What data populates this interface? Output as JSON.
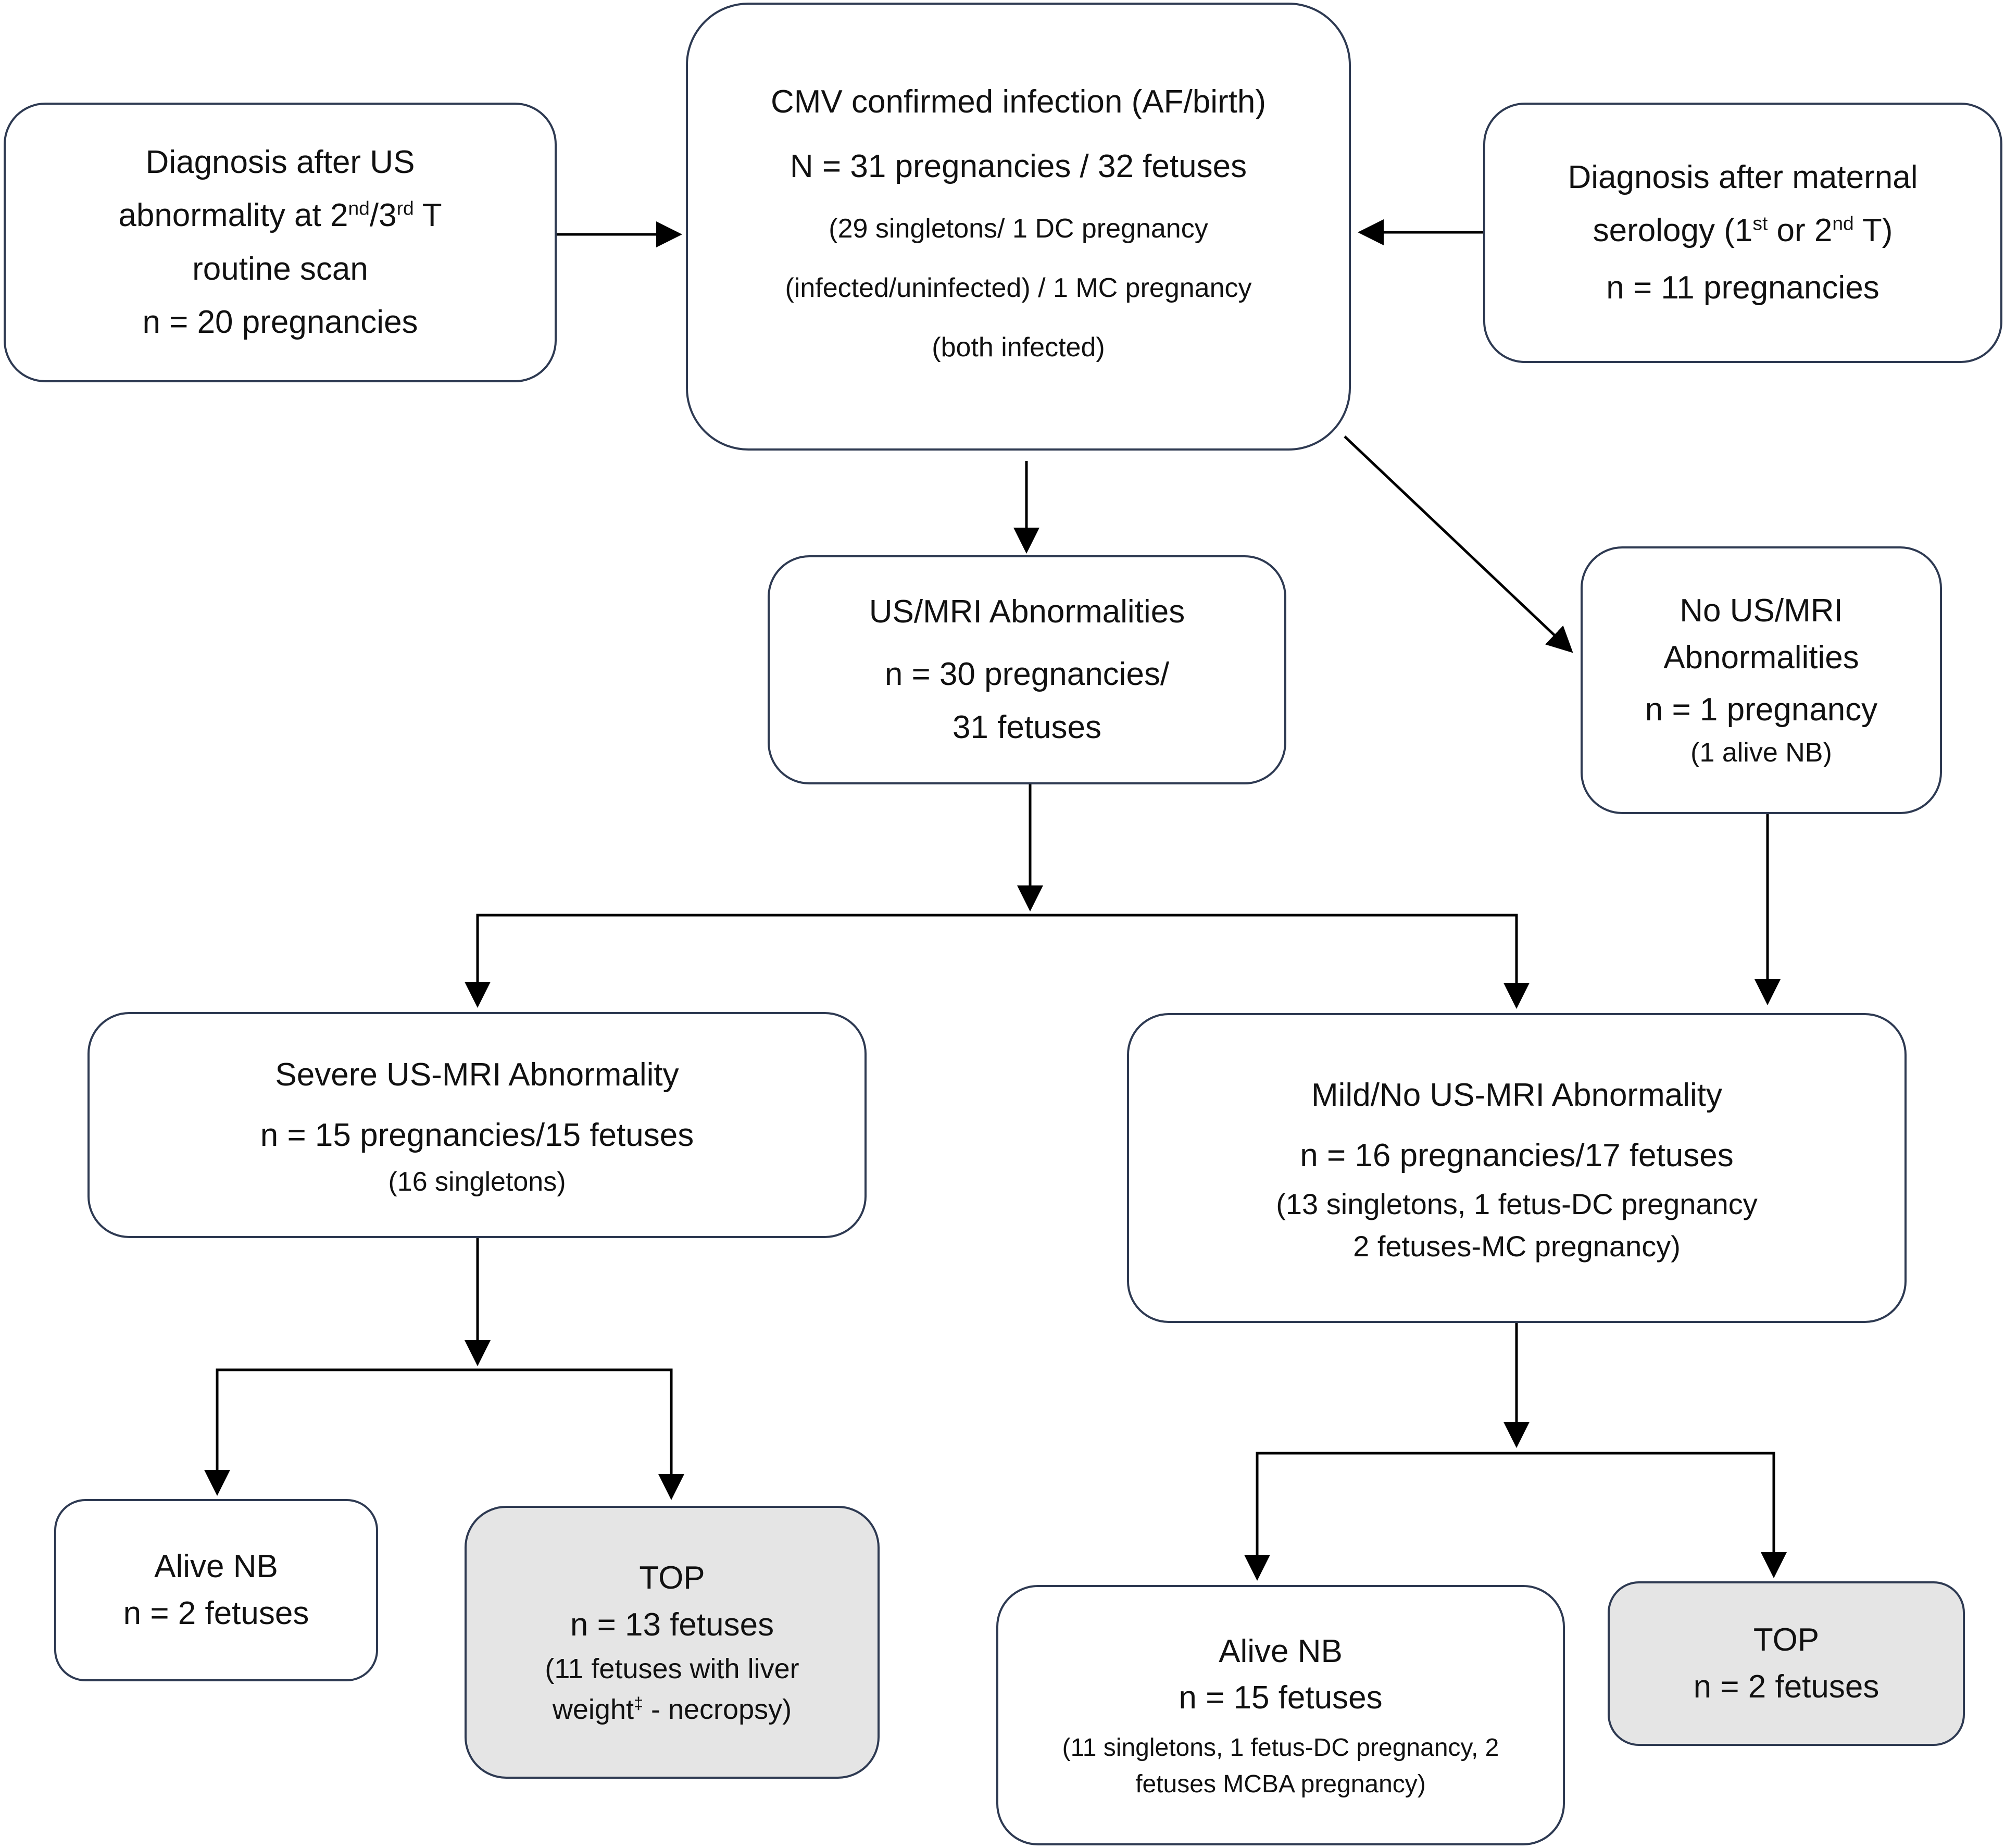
{
  "nodes": {
    "diag_us": {
      "line1": "Diagnosis after US",
      "line2_pre": "abnormality at 2",
      "line2_sup1": "nd",
      "line2_mid": "/3",
      "line2_sup2": "rd",
      "line2_post": " T",
      "line3": "routine scan",
      "line4": "n = 20 pregnancies"
    },
    "cmv": {
      "title": "CMV confirmed infection (AF/birth)",
      "count": "N = 31 pregnancies / 32 fetuses",
      "detail1": "(29 singletons/ 1 DC pregnancy",
      "detail2": "(infected/uninfected) / 1 MC pregnancy",
      "detail3": "(both infected)"
    },
    "diag_serology": {
      "line1": "Diagnosis after maternal",
      "line2_pre": "serology (1",
      "line2_sup1": "st",
      "line2_mid": " or 2",
      "line2_sup2": "nd",
      "line2_post": " T)",
      "line3": "n = 11 pregnancies"
    },
    "us_mri_abn": {
      "title": "US/MRI Abnormalities",
      "count1": "n = 30 pregnancies/",
      "count2": "31 fetuses"
    },
    "no_abn": {
      "line1": "No US/MRI",
      "line2": "Abnormalities",
      "line3": "n = 1 pregnancy",
      "line4": "(1 alive NB)"
    },
    "severe": {
      "title": "Severe US-MRI Abnormality",
      "count": "n = 15 pregnancies/15 fetuses",
      "detail": "(16 singletons)"
    },
    "mild": {
      "title": "Mild/No US-MRI Abnormality",
      "count": "n = 16 pregnancies/17 fetuses",
      "detail1": "(13 singletons, 1 fetus-DC pregnancy",
      "detail2": "2 fetuses-MC pregnancy)"
    },
    "alive_left": {
      "title": "Alive NB",
      "count": "n = 2 fetuses"
    },
    "top_left": {
      "title": "TOP",
      "count": "n = 13 fetuses",
      "detail1": "(11 fetuses with liver",
      "detail2_pre": "weight",
      "detail2_sup": "‡",
      "detail2_post": " - necropsy)"
    },
    "alive_right": {
      "title": "Alive NB",
      "count": "n = 15 fetuses",
      "detail1": "(11 singletons, 1 fetus-DC pregnancy, 2",
      "detail2": "fetuses MCBA pregnancy)"
    },
    "top_right": {
      "title": "TOP",
      "count": "n = 2 fetuses"
    }
  }
}
